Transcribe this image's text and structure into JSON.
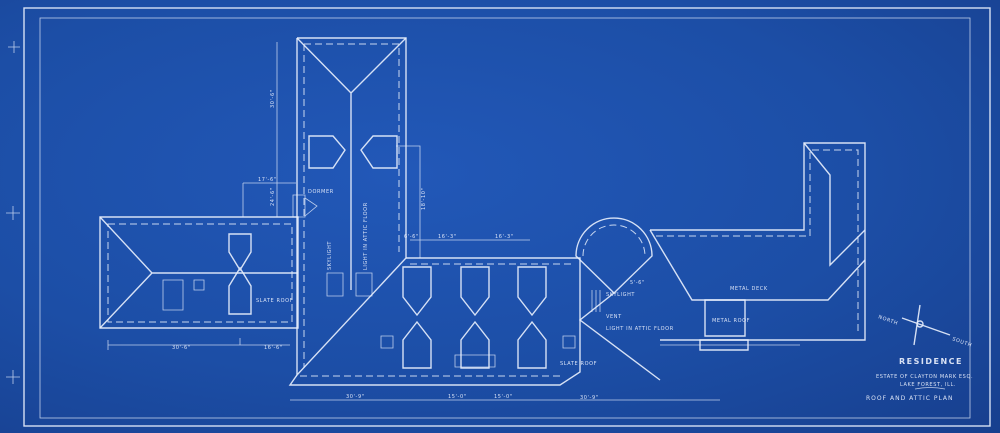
{
  "title_block": {
    "title": "RESIDENCE",
    "client": "ESTATE OF CLAYTON MARK ESQ.",
    "location": "LAKE FOREST, ILL.",
    "sheet": "ROOF AND ATTIC PLAN"
  },
  "compass": {
    "north": "NORTH",
    "south": "SOUTH"
  },
  "labels": {
    "slate_roof_left": "SLATE ROOF",
    "slate_roof_center": "SLATE ROOF",
    "metal_deck": "METAL DECK",
    "metal_roof": "METAL ROOF",
    "skylight_left": "SKYLIGHT",
    "light_attic_left": "LIGHT IN ATTIC FLOOR",
    "skylight_right": "SKYLIGHT",
    "light_attic_right": "LIGHT IN ATTIC FLOOR",
    "dormer": "DORMER",
    "vent": "VENT"
  },
  "dimensions": {
    "tower_height": "30'-6\"",
    "wing_width": "17'-6\"",
    "wing_offset": "24'-6\"",
    "right_drop": "18'-10\"",
    "d1": "6'-6\"",
    "d2": "16'-3\"",
    "d3": "16'-3\"",
    "left_a": "30'-6\"",
    "left_b": "16'-6\"",
    "bottom_a": "30'-9\"",
    "bottom_b": "15'-0\"",
    "bottom_c": "15'-0\"",
    "bottom_d": "30'-9\"",
    "bay": "5'-6\""
  }
}
